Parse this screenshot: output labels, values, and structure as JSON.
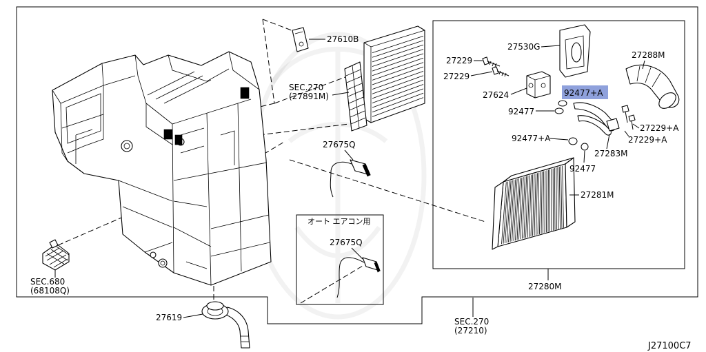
{
  "upper_parts": {
    "bracket": "27610B",
    "filter_sec": "SEC.270",
    "filter_ref": "(27891M)",
    "sensor": "27675Q"
  },
  "auto_ac_box": {
    "title": "オート エアコン用",
    "sensor": "27675Q"
  },
  "evaporator_box": {
    "bolt_upper": "27229",
    "bolt_lower": "27229",
    "cover": "27530G",
    "hose": "27288M",
    "valve": "27624",
    "oring_selected": "92477+A",
    "oring_a": "92477",
    "oring_b": "92477+A",
    "bolt_a_upper": "27229+A",
    "bolt_a_lower": "27229+A",
    "pipe": "27283M",
    "oring_c": "92477",
    "core": "27281M",
    "assembly": "27280M"
  },
  "lower_parts": {
    "sec680": "SEC.680",
    "sec680_ref": "(68108Q)",
    "drain": "27619",
    "sec270": "SEC.270",
    "sec270_ref": "(27210)"
  },
  "figure_code": "J27100C7",
  "highlight_color": "#8fa1dc"
}
